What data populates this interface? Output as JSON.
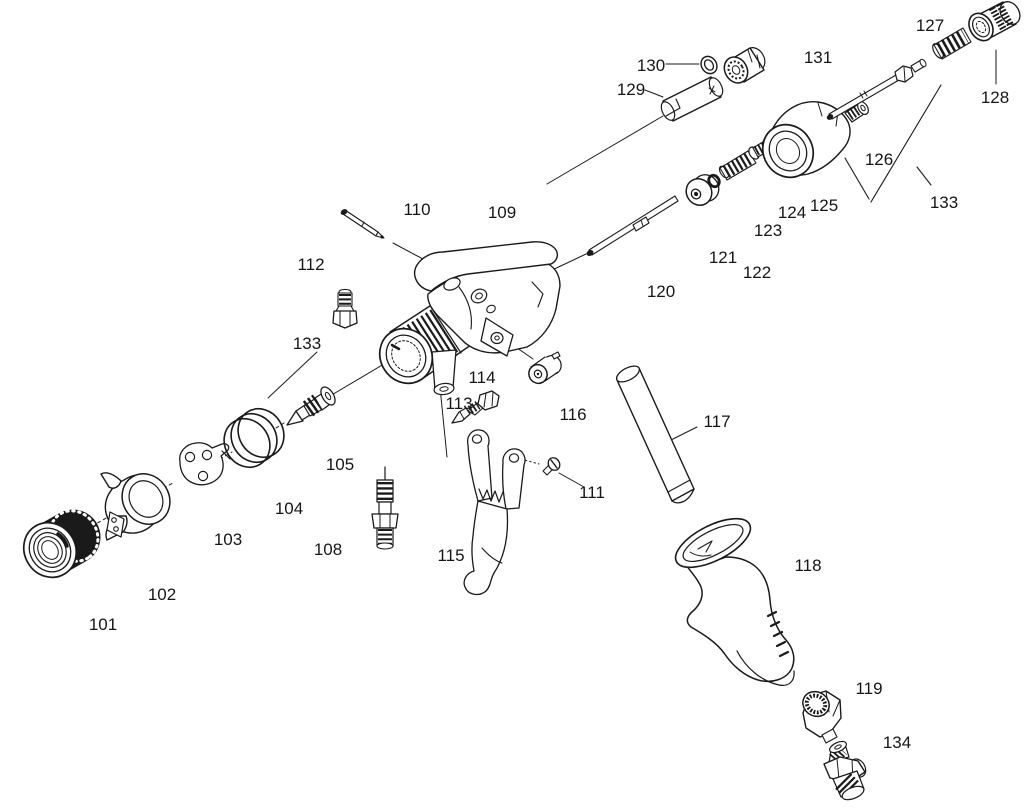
{
  "figure": {
    "background": "#ffffff",
    "ink": "#1a1a1a"
  },
  "labels": {
    "101": "101",
    "102": "102",
    "103": "103",
    "104": "104",
    "105": "105",
    "108": "108",
    "109": "109",
    "110": "110",
    "111": "111",
    "112": "112",
    "113": "113",
    "114": "114",
    "115": "115",
    "116": "116",
    "117": "117",
    "118": "118",
    "119": "119",
    "120": "120",
    "121": "121",
    "122": "122",
    "123": "123",
    "124": "124",
    "125": "125",
    "126": "126",
    "127": "127",
    "128": "128",
    "129": "129",
    "130": "130",
    "131": "131",
    "133_left": "133",
    "133_right": "133",
    "134": "134"
  }
}
